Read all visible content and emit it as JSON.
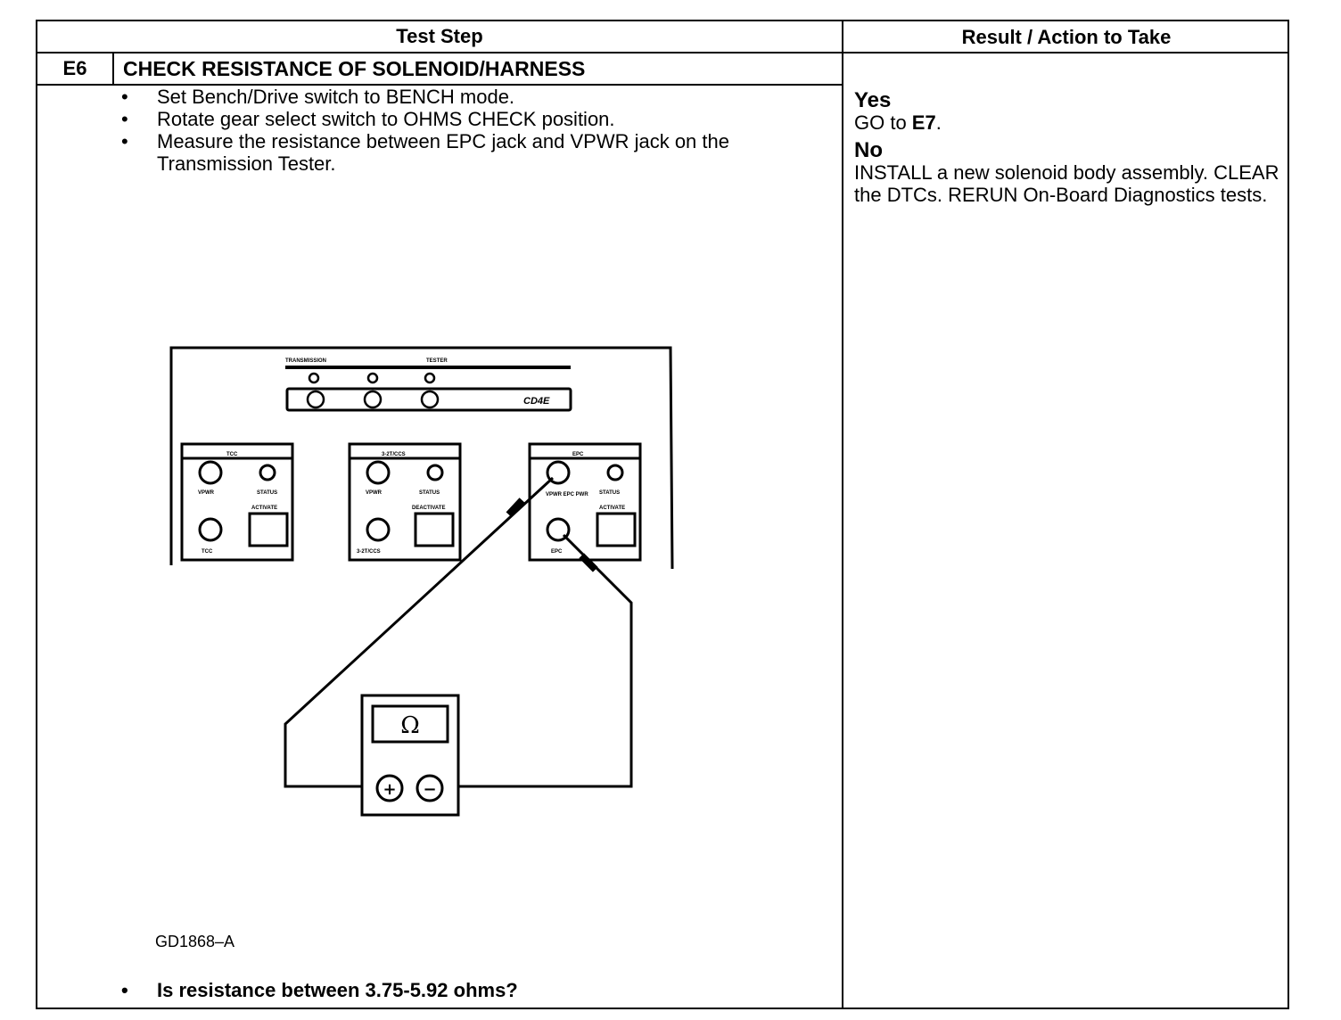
{
  "header": {
    "test_step": "Test Step",
    "result_action": "Result / Action to Take"
  },
  "step": {
    "id": "E6",
    "title": "CHECK RESISTANCE OF SOLENOID/HARNESS",
    "bullet": "•",
    "instructions": [
      "Set Bench/Drive switch to BENCH mode.",
      "Rotate gear select switch to OHMS CHECK position.",
      "Measure the resistance between EPC jack and VPWR jack on the Transmission Tester."
    ],
    "question": "Is resistance between 3.75-5.92 ohms?"
  },
  "figure": {
    "id": "GD1868–A",
    "tester_label_left": "TRANSMISSION",
    "tester_label_right": "TESTER",
    "model": "CD4E",
    "modules": [
      {
        "name": "TCC",
        "jack1": "VPWR",
        "status": "STATUS",
        "activate": "ACTIVATE",
        "jack2": "TCC"
      },
      {
        "name": "3-2T/CCS",
        "jack1": "VPWR",
        "status": "STATUS",
        "activate": "DEACTIVATE",
        "jack2": "3-2T/CCS"
      },
      {
        "name": "EPC",
        "jack1": "VPWR EPC PWR",
        "status": "STATUS",
        "activate": "ACTIVATE",
        "jack2": "EPC"
      }
    ],
    "meter_symbol": "Ω",
    "plus": "+",
    "minus": "−"
  },
  "result": {
    "yes_label": "Yes",
    "yes_text_prefix": "GO to ",
    "yes_target": "E7",
    "yes_text_suffix": ".",
    "no_label": "No",
    "no_text": "INSTALL a new solenoid body assembly. CLEAR the DTCs. RERUN On-Board Diagnostics tests."
  }
}
